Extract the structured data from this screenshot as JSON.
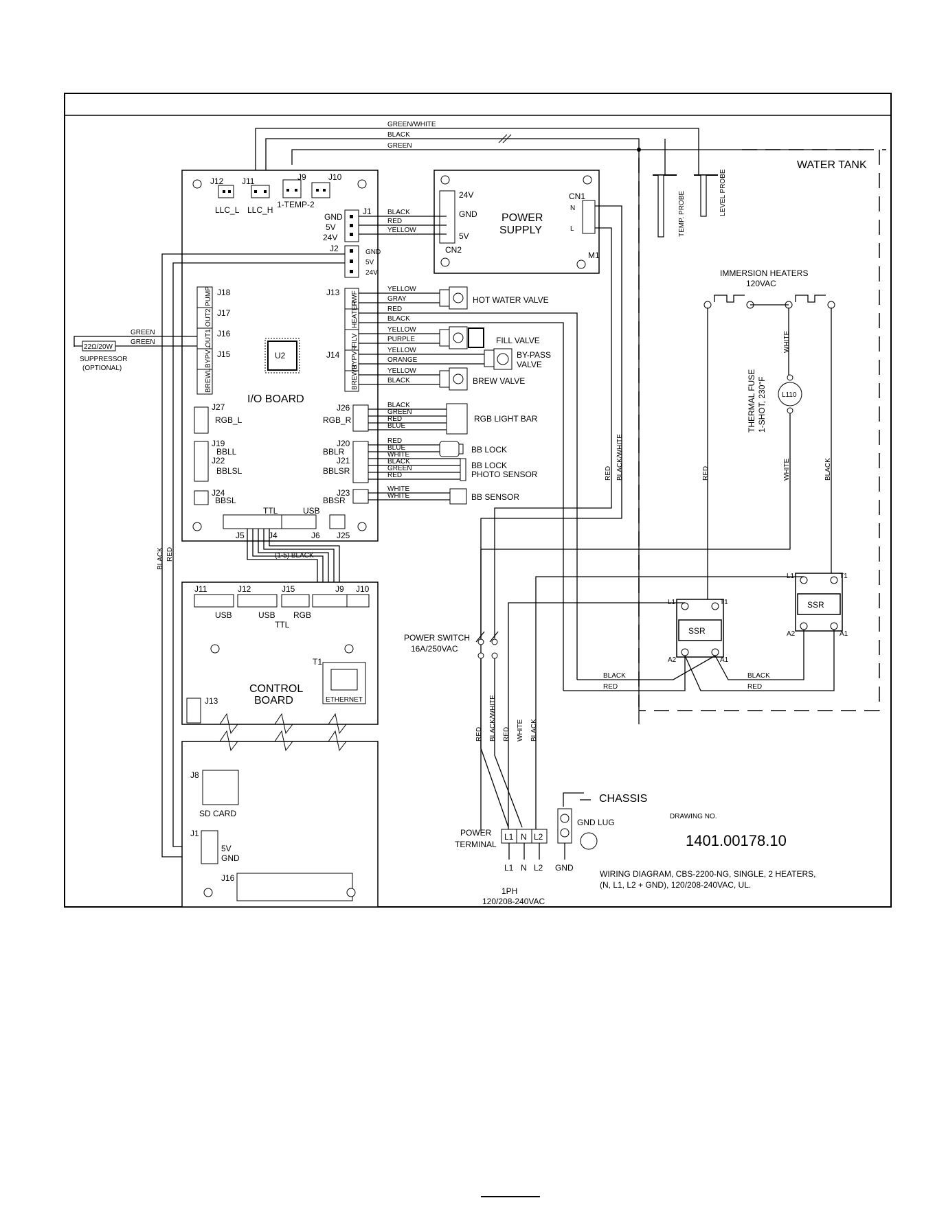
{
  "drawing": {
    "number_label": "DRAWING NO.",
    "number": "1401.00178.10",
    "caption_line1": "WIRING DIAGRAM, CBS-2200-NG, SINGLE, 2 HEATERS,",
    "caption_line2": "(N, L1, L2 + GND), 120/208-240VAC, UL.",
    "supply_phase": "1PH",
    "supply_voltage": "120/208-240VAC"
  },
  "top_wires": {
    "w1": "GREEN/WHITE",
    "w2": "BLACK",
    "w3": "GREEN"
  },
  "water_tank": {
    "label": "WATER TANK",
    "temp_probe": "TEMP. PROBE",
    "level_probe": "LEVEL PROBE"
  },
  "io_board": {
    "title": "I/O BOARD",
    "chip": "U2",
    "j12": "J12",
    "j11": "J11",
    "j9": "J9",
    "j10": "J10",
    "llc_l": "LLC_L",
    "llc_h": "LLC_H",
    "temp": "1-TEMP-2",
    "j1": "J1",
    "gnd": "GND",
    "v5": "5V",
    "v24": "24V",
    "j2": "J2",
    "j18": "J18",
    "j17": "J17",
    "j16": "J16",
    "j15": "J15",
    "pump": "PUMP",
    "out2": "OUT2",
    "out1": "OUT1",
    "bypvl": "BYPVL",
    "brewl": "BREWL",
    "j13": "J13",
    "j14": "J14",
    "hwf": "HWF",
    "heater": "HEATER",
    "filv": "FILV",
    "bypvr": "BYPVR",
    "brewr": "BREWR",
    "j27": "J27",
    "rgb_l": "RGB_L",
    "j26": "J26",
    "rgb_r": "RGB_R",
    "j19": "J19",
    "bbll": "BBLL",
    "j22": "J22",
    "bblsl": "BBLSL",
    "j20": "J20",
    "bblr": "BBLR",
    "j21": "J21",
    "bblsr": "BBLSR",
    "j24": "J24",
    "bbsl": "BBSL",
    "j23": "J23",
    "bbsr": "BBSR",
    "ttl": "TTL",
    "usb": "USB",
    "j5": "J5",
    "j4": "J4",
    "j6": "J6",
    "j25": "J25"
  },
  "power_supply": {
    "title1": "POWER",
    "title2": "SUPPLY",
    "cn1": "CN1",
    "cn2": "CN2",
    "m1": "M1",
    "pin_24v": "24V",
    "pin_gnd": "GND",
    "pin_5v": "5V",
    "pin_n": "N",
    "pin_l": "L"
  },
  "j1_wires": [
    "BLACK",
    "RED",
    "YELLOW"
  ],
  "j13_14_wires": [
    "YELLOW",
    "GRAY",
    "RED",
    "BLACK",
    "YELLOW",
    "PURPLE",
    "YELLOW",
    "ORANGE",
    "YELLOW",
    "BLACK"
  ],
  "j26_wires": [
    "BLACK",
    "GREEN",
    "RED",
    "BLUE"
  ],
  "bb_wires": [
    "RED",
    "BLUE",
    "WHITE",
    "BLACK",
    "GREEN",
    "RED"
  ],
  "j23_wires": [
    "WHITE",
    "WHITE"
  ],
  "components": {
    "hot_water_valve": "HOT WATER VALVE",
    "fill_valve": "FILL VALVE",
    "bypass_valve1": "BY-PASS",
    "bypass_valve2": "VALVE",
    "brew_valve": "BREW VALVE",
    "rgb_light_bar": "RGB LIGHT BAR",
    "bb_lock1": "BB LOCK",
    "bb_lock2": "BB LOCK",
    "photo_sensor": "PHOTO SENSOR",
    "bb_sensor": "BB SENSOR"
  },
  "suppressor": {
    "value": "22Ω/20W",
    "label1": "SUPPRESSOR",
    "label2": "(OPTIONAL)",
    "wire1": "GREEN",
    "wire2": "GREEN"
  },
  "heaters": {
    "title1": "IMMERSION HEATERS",
    "title2": "120VAC",
    "fuse1": "THERMAL FUSE",
    "fuse2": "1-SHOT, 230°F",
    "fuse_part": "L110"
  },
  "ssr": {
    "label": "SSR",
    "l1": "L1",
    "t1": "T1",
    "a1": "A1",
    "a2": "A2"
  },
  "vertical_wires": {
    "red1": "RED",
    "black_white1": "BLACK/WHITE",
    "red_ssr": "RED",
    "white_top": "WHITE",
    "white_fuse": "WHITE",
    "black_ssr": "BLACK",
    "black_left": "BLACK",
    "red_left": "RED",
    "red_ps": "RED",
    "black_white_ps": "BLACK/WHITE",
    "red_ps2": "RED",
    "white_n": "WHITE",
    "black_l2": "BLACK"
  },
  "ssr_wires": {
    "black_a": "BLACK",
    "red_a": "RED",
    "black_b": "BLACK",
    "red_b": "RED"
  },
  "ribbon": "(1-5) BLACK",
  "power_switch": {
    "label1": "POWER SWITCH",
    "label2": "16A/250VAC"
  },
  "control_board": {
    "title1": "CONTROL",
    "title2": "BOARD",
    "j11": "J11",
    "j12": "J12",
    "j15": "J15",
    "j9": "J9",
    "j10": "J10",
    "usb1": "USB",
    "usb2": "USB",
    "rgb": "RGB",
    "ttl": "TTL",
    "t1": "T1",
    "ethernet": "ETHERNET",
    "j13": "J13"
  },
  "lower_board": {
    "j8": "J8",
    "sd_card": "SD CARD",
    "j1": "J1",
    "v5": "5V",
    "gnd": "GND",
    "j16": "J16"
  },
  "terminal": {
    "label1": "POWER",
    "label2": "TERMINAL",
    "l1": "L1",
    "n": "N",
    "l2": "L2",
    "bottom_l1": "L1",
    "bottom_n": "N",
    "bottom_l2": "L2",
    "bottom_gnd": "GND",
    "gnd_lug": "GND LUG",
    "chassis": "CHASSIS"
  }
}
